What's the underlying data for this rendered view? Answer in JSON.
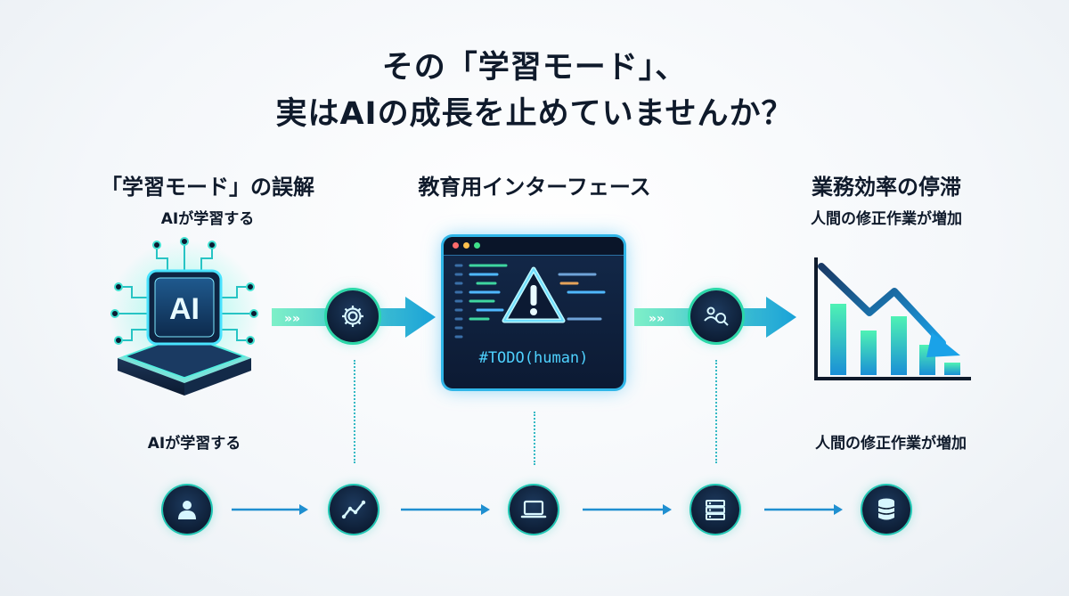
{
  "title": {
    "line1": "その「学習モード」、",
    "line2": "実はAIの成長を止めていませんか？"
  },
  "columns": {
    "left": {
      "heading": "「学習モード」の誤解",
      "subheading": "AIが学習する",
      "bottom_label": "AIが学習する"
    },
    "center": {
      "heading": "教育用インターフェース",
      "code_text": "#TODO(human)"
    },
    "right": {
      "heading": "業務効率の停滞",
      "subheading": "人間の修正作業が増加",
      "bottom_label": "人間の修正作業が増加"
    }
  },
  "ai_chip": {
    "label": "AI"
  },
  "icons": {
    "top_flow": [
      "gear-icon",
      "people-search-icon"
    ],
    "center": "warning-icon",
    "bottom_flow": [
      "user-icon",
      "trend-chart-icon",
      "laptop-icon",
      "server-icon",
      "database-icon"
    ]
  },
  "colors": {
    "navy": "#0c1c33",
    "teal": "#2bd7a8",
    "cyan": "#2fb6e8",
    "text": "#0f1a2b"
  }
}
